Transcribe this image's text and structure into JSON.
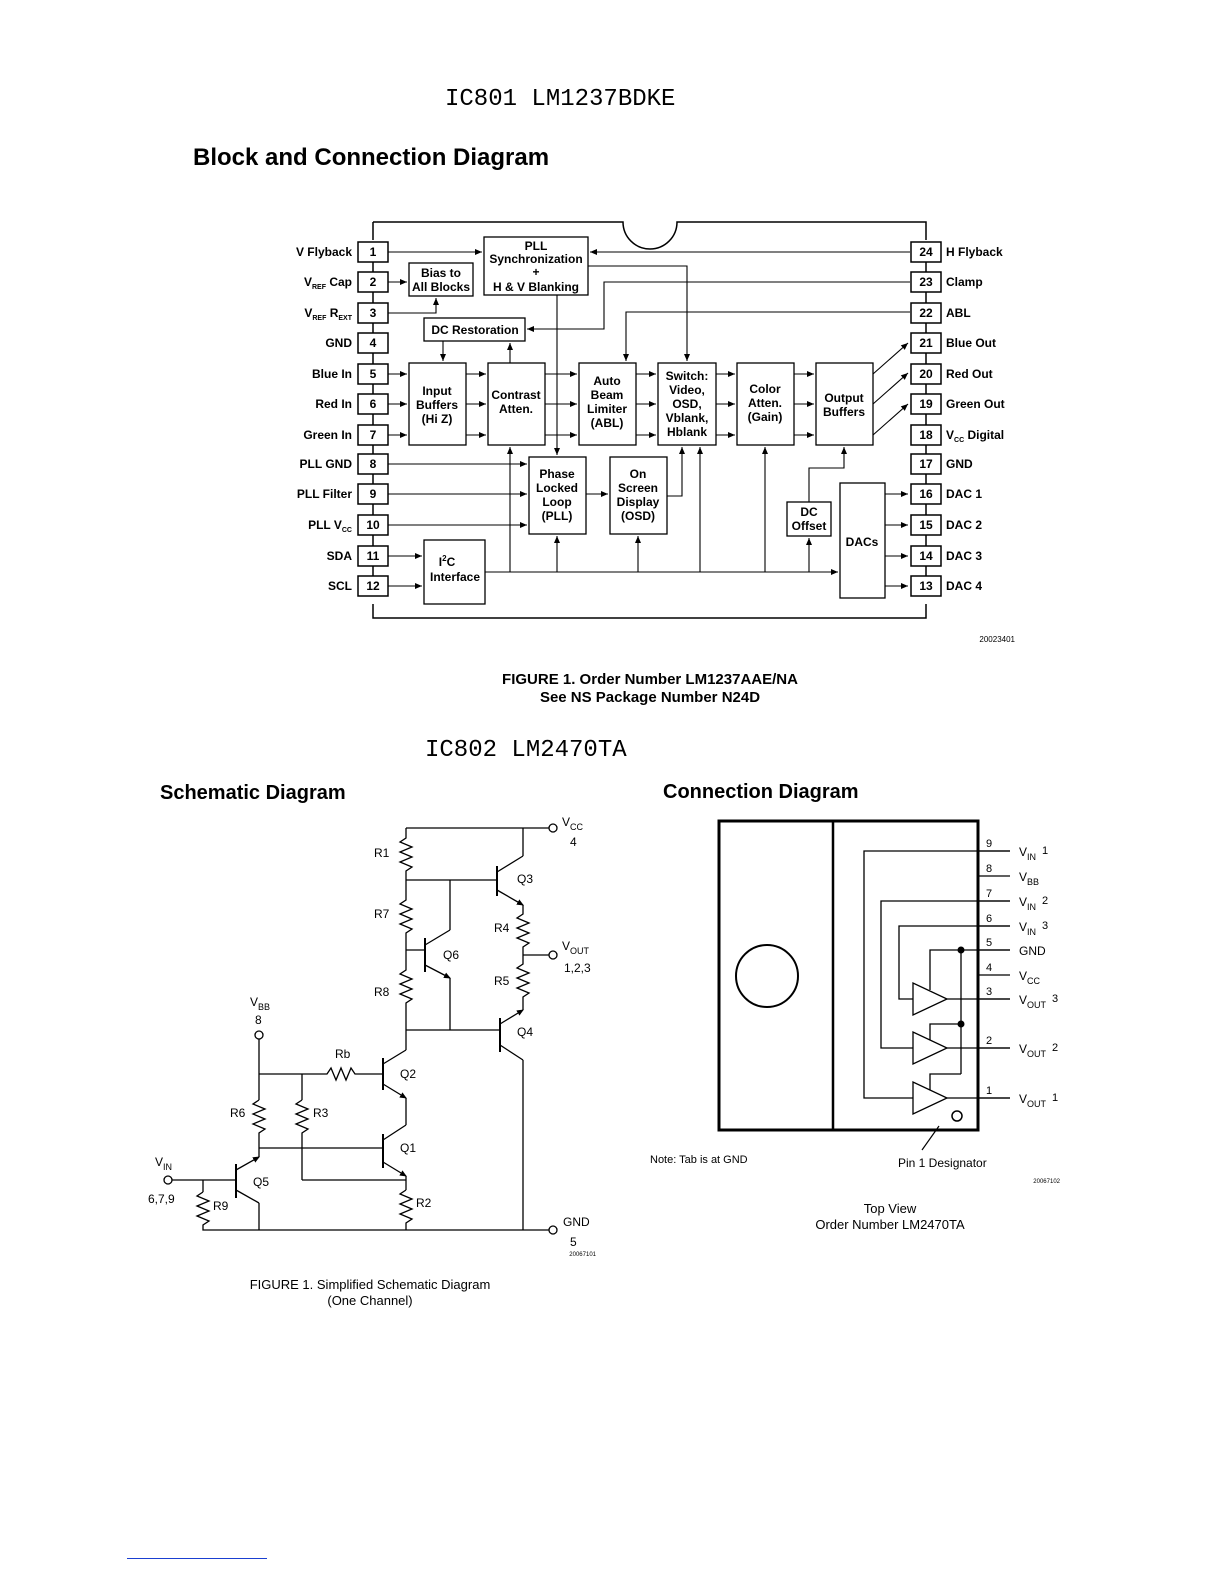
{
  "ic801": {
    "heading": "IC801  LM1237BDKE"
  },
  "block_diagram": {
    "title": "Block and Connection Diagram",
    "left_pins": [
      {
        "num": "1",
        "label": "V Flyback"
      },
      {
        "num": "2",
        "label": "V",
        "sub": "REF",
        "rest": " Cap"
      },
      {
        "num": "3",
        "label": "V",
        "sub": "REF",
        "rest": " R",
        "sub2": "EXT"
      },
      {
        "num": "4",
        "label": "GND"
      },
      {
        "num": "5",
        "label": "Blue In"
      },
      {
        "num": "6",
        "label": "Red In"
      },
      {
        "num": "7",
        "label": "Green In"
      },
      {
        "num": "8",
        "label": "PLL GND"
      },
      {
        "num": "9",
        "label": "PLL Filter"
      },
      {
        "num": "10",
        "label": "PLL V",
        "sub": "CC"
      },
      {
        "num": "11",
        "label": "SDA"
      },
      {
        "num": "12",
        "label": "SCL"
      }
    ],
    "right_pins": [
      {
        "num": "24",
        "label": "H Flyback"
      },
      {
        "num": "23",
        "label": "Clamp"
      },
      {
        "num": "22",
        "label": "ABL"
      },
      {
        "num": "21",
        "label": "Blue Out"
      },
      {
        "num": "20",
        "label": "Red Out"
      },
      {
        "num": "19",
        "label": "Green Out"
      },
      {
        "num": "18",
        "label": "V",
        "sub": "CC",
        "rest": " Digital"
      },
      {
        "num": "17",
        "label": "GND"
      },
      {
        "num": "16",
        "label": "DAC 1"
      },
      {
        "num": "15",
        "label": "DAC 2"
      },
      {
        "num": "14",
        "label": "DAC 3"
      },
      {
        "num": "13",
        "label": "DAC 4"
      }
    ],
    "blocks": {
      "pll_sync": [
        "PLL",
        "Synchronization",
        "+",
        "H & V Blanking"
      ],
      "bias": [
        "Bias to",
        "All Blocks"
      ],
      "dc_restoration": [
        "DC Restoration"
      ],
      "input_buffers": [
        "Input",
        "Buffers",
        "(Hi Z)"
      ],
      "contrast": [
        "Contrast",
        "Atten."
      ],
      "abl": [
        "Auto",
        "Beam",
        "Limiter",
        "(ABL)"
      ],
      "switch": [
        "Switch:",
        "Video,",
        "OSD,",
        "Vblank,",
        "Hblank"
      ],
      "color": [
        "Color",
        "Atten.",
        "(Gain)"
      ],
      "output_buffers": [
        "Output",
        "Buffers"
      ],
      "pll": [
        "Phase",
        "Locked",
        "Loop",
        "(PLL)"
      ],
      "osd": [
        "On",
        "Screen",
        "Display",
        "(OSD)"
      ],
      "dc_offset": [
        "DC",
        "Offset"
      ],
      "dacs": [
        "DACs"
      ],
      "i2c": [
        "I",
        "2",
        "C",
        "Interface"
      ]
    },
    "code": "20023401",
    "caption": [
      "FIGURE 1. Order Number LM1237AAE/NA",
      "See NS Package Number N24D"
    ]
  },
  "ic802": {
    "heading": "IC802  LM2470TA"
  },
  "schematic": {
    "title": "Schematic Diagram",
    "labels": {
      "vcc": "V",
      "vcc_sub": "CC",
      "vcc_pin": "4",
      "vout": "V",
      "vout_sub": "OUT",
      "vout_pin": "1,2,3",
      "vbb": "V",
      "vbb_sub": "BB",
      "vbb_pin": "8",
      "vin": "V",
      "vin_sub": "IN",
      "vin_pin": "6,7,9",
      "gnd": "GND",
      "gnd_pin": "5",
      "r1": "R1",
      "r7": "R7",
      "r8": "R8",
      "r4": "R4",
      "r5": "R5",
      "rb": "Rb",
      "r6": "R6",
      "r3": "R3",
      "r9": "R9",
      "r2": "R2",
      "q1": "Q1",
      "q2": "Q2",
      "q3": "Q3",
      "q4": "Q4",
      "q5": "Q5",
      "q6": "Q6"
    },
    "code": "20067101",
    "caption": [
      "FIGURE 1. Simplified Schematic Diagram",
      "(One Channel)"
    ]
  },
  "connection": {
    "title": "Connection Diagram",
    "pins": [
      {
        "num": "9",
        "label": "V",
        "sub": "IN",
        "rest": "1"
      },
      {
        "num": "8",
        "label": "V",
        "sub": "BB",
        "rest": ""
      },
      {
        "num": "7",
        "label": "V",
        "sub": "IN",
        "rest": "2"
      },
      {
        "num": "6",
        "label": "V",
        "sub": "IN",
        "rest": "3"
      },
      {
        "num": "5",
        "label": "GND",
        "sub": "",
        "rest": ""
      },
      {
        "num": "4",
        "label": "V",
        "sub": "CC",
        "rest": ""
      },
      {
        "num": "3",
        "label": "V",
        "sub": "OUT",
        "rest": "3"
      },
      {
        "num": "2",
        "label": "V",
        "sub": "OUT",
        "rest": "2"
      },
      {
        "num": "1",
        "label": "V",
        "sub": "OUT",
        "rest": "1"
      }
    ],
    "note": "Note: Tab is at GND",
    "designator": "Pin 1 Designator",
    "code": "20067102",
    "caption": [
      "Top View",
      "Order Number LM2470TA"
    ]
  }
}
